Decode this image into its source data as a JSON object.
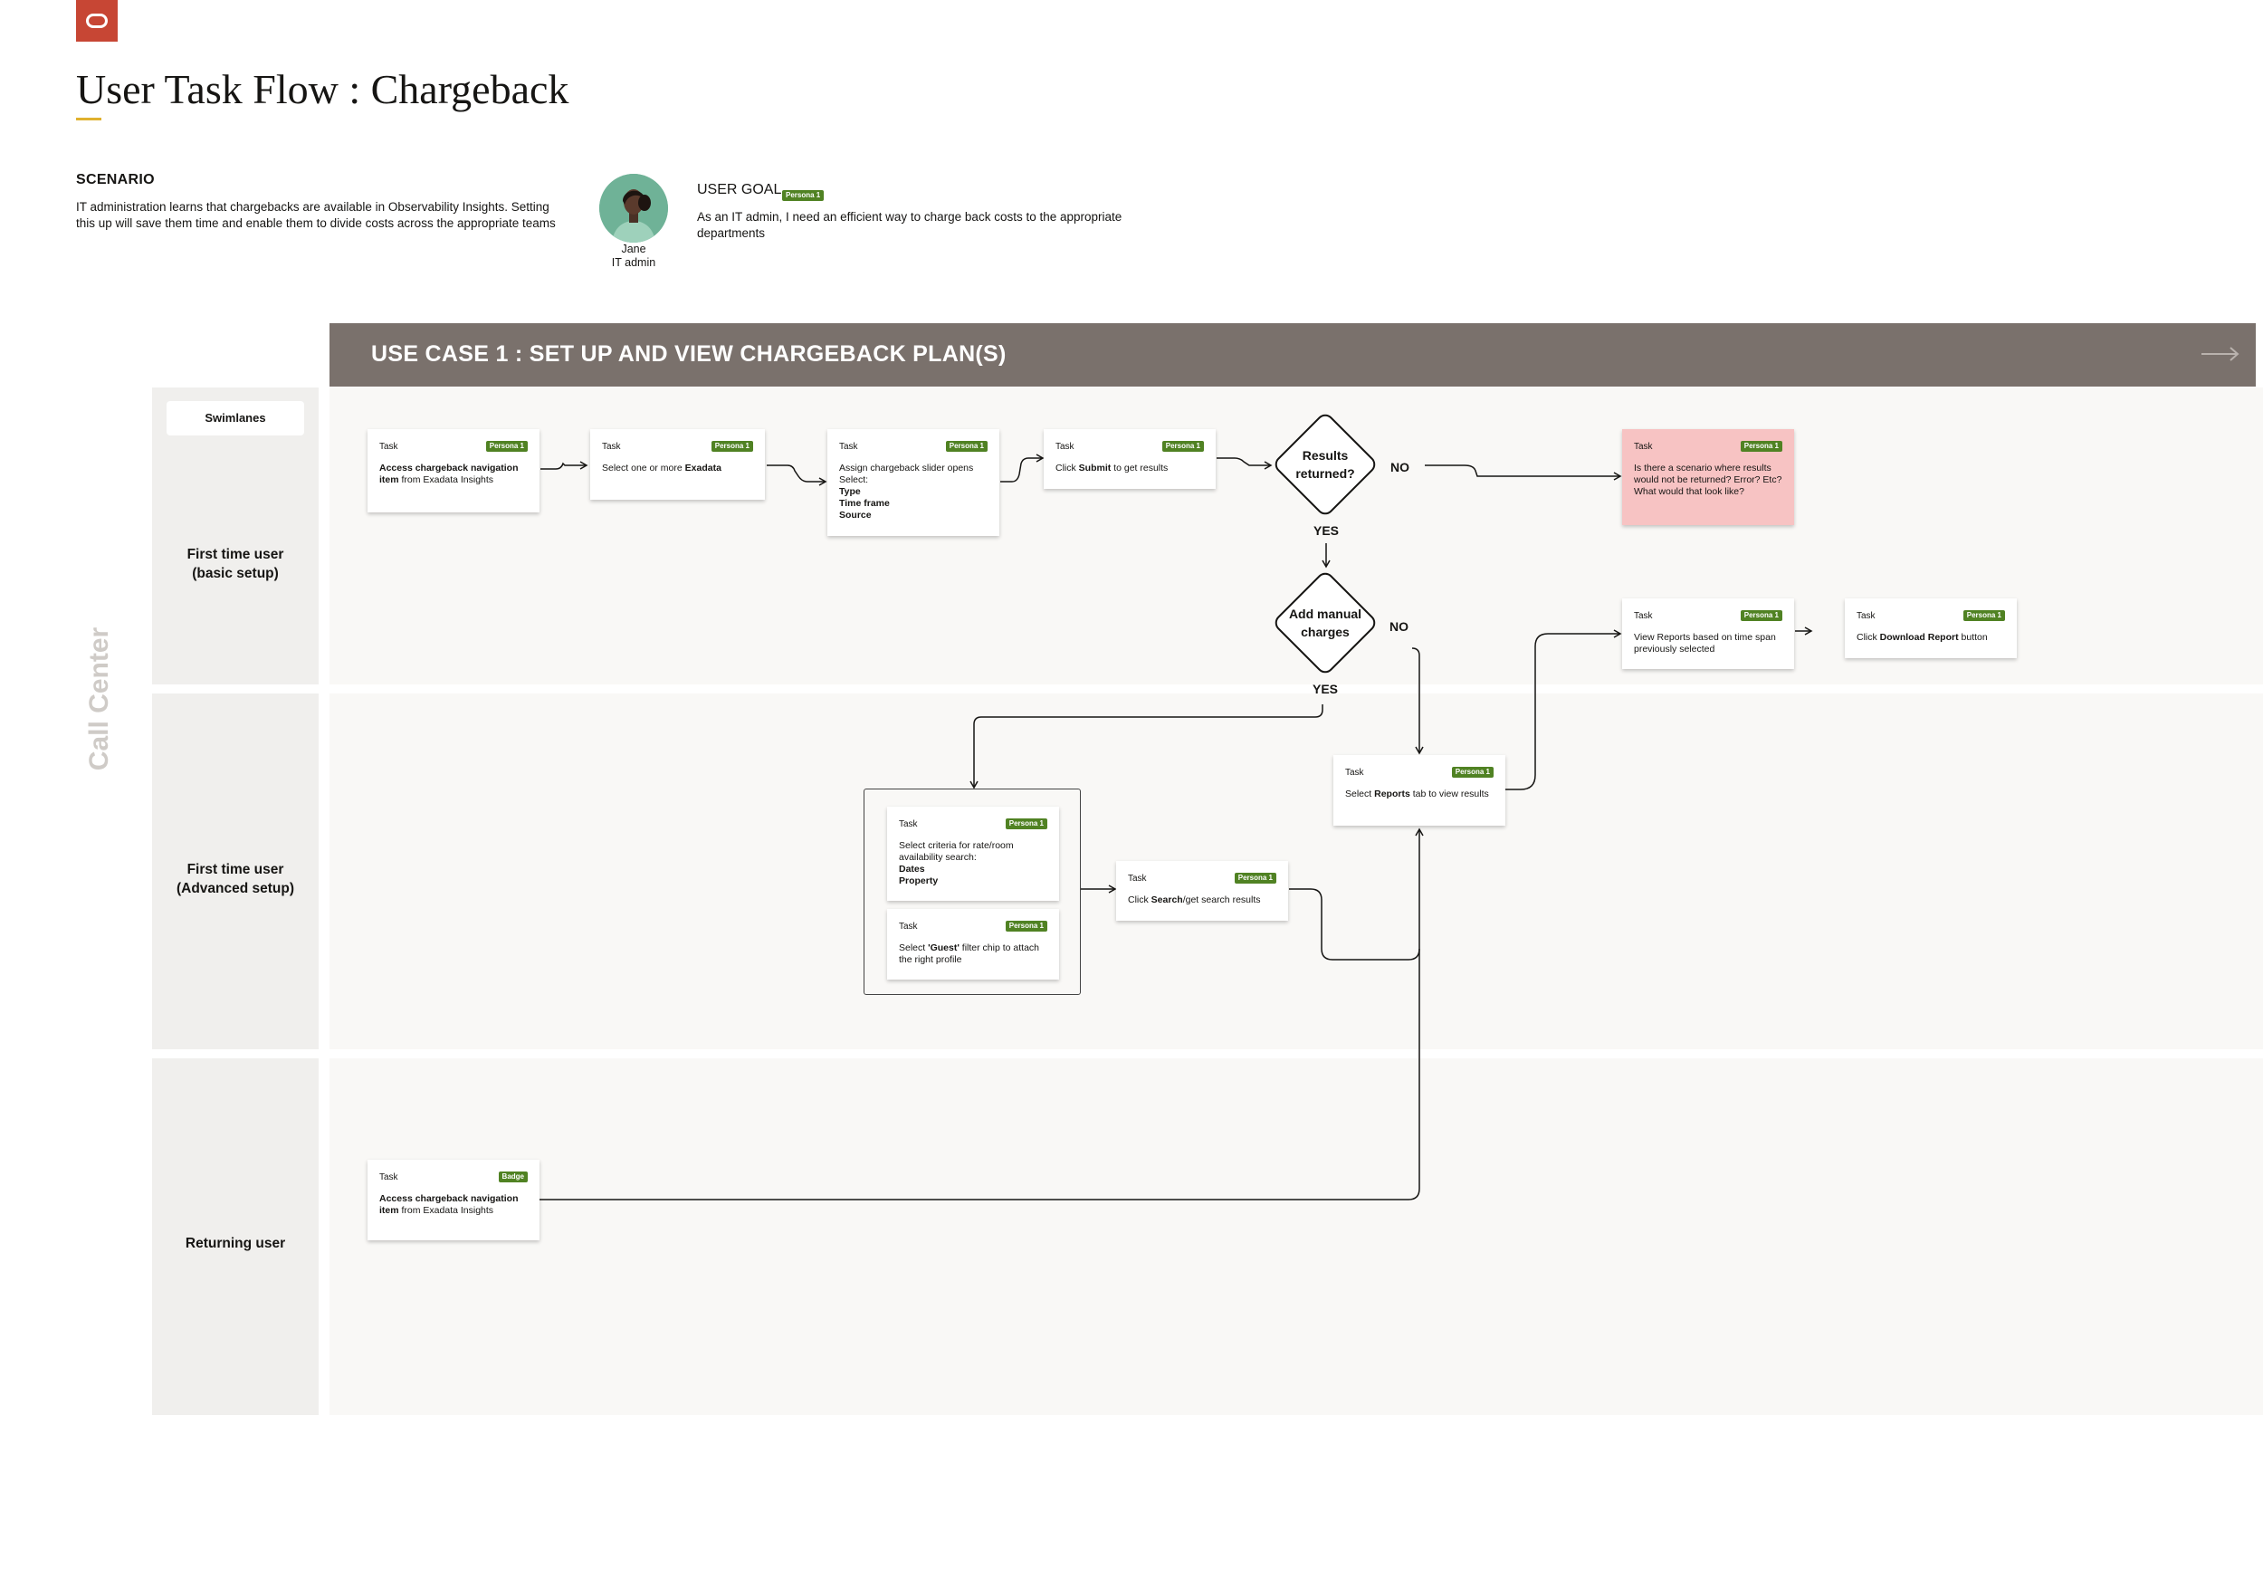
{
  "header": {
    "title": "User Task Flow : Chargeback"
  },
  "scenario": {
    "heading": "SCENARIO",
    "text": "IT administration learns that chargebacks are available in Observability Insights. Setting this up will save them time and enable them to divide costs across the appropriate teams"
  },
  "persona": {
    "name": "Jane",
    "role": "IT admin"
  },
  "user_goal": {
    "heading": "USER GOAL",
    "badge": "Persona 1",
    "text": "As an IT admin, I need an efficient way to charge back costs to the appropriate departments"
  },
  "use_case": {
    "title": "USE CASE 1 : SET UP AND VIEW CHARGEBACK PLAN(S)"
  },
  "swimlanes": {
    "button": "Swimlanes",
    "vertical_label": "Call Center",
    "lanes": [
      {
        "line1": "First time user",
        "line2": "(basic setup)"
      },
      {
        "line1": "First time user",
        "line2": "(Advanced setup)"
      },
      {
        "line1": "Returning user",
        "line2": ""
      }
    ]
  },
  "tasks": {
    "t1": {
      "label": "Task",
      "badge": "Persona 1",
      "bold": "Access chargeback navigation item",
      "text": " from  Exadata Insights"
    },
    "t2": {
      "label": "Task",
      "badge": "Persona 1",
      "pre": "Select one or more ",
      "bold": "Exadata"
    },
    "t3": {
      "label": "Task",
      "badge": "Persona 1",
      "line1": "Assign chargeback slider opens",
      "line2": "Select:",
      "b1": "Type",
      "b2": "Time frame",
      "b3": "Source"
    },
    "t4": {
      "label": "Task",
      "badge": "Persona 1",
      "pre": "Click ",
      "bold": "Submit",
      "post": " to get results"
    },
    "t5": {
      "label": "Task",
      "badge": "Persona 1",
      "text": "Is there a scenario where results would not be returned? Error? Etc? What would that look like?"
    },
    "t6": {
      "label": "Task",
      "badge": "Persona 1",
      "text": "View Reports based on time span previously selected"
    },
    "t7": {
      "label": "Task",
      "badge": "Persona 1",
      "pre": "Click ",
      "bold": "Download Report",
      "post": " button"
    },
    "t8": {
      "label": "Task",
      "badge": "Persona 1",
      "pre": "Select ",
      "bold": "Reports",
      "post": " tab to view results"
    },
    "t9": {
      "label": "Task",
      "badge": "Persona 1",
      "line1": "Select criteria for rate/room availability search:",
      "b1": "Dates",
      "b2": "Property"
    },
    "t10": {
      "label": "Task",
      "badge": "Persona 1",
      "pre": "Select ",
      "bold": "'Guest'",
      "post": " filter chip to attach the right profile"
    },
    "t11": {
      "label": "Task",
      "badge": "Persona 1",
      "pre": "Click ",
      "bold": "Search",
      "post": "/get search results"
    },
    "t12": {
      "label": "Task",
      "badge": "Badge",
      "bold": "Access chargeback navigation item",
      "text": " from  Exadata Insights"
    }
  },
  "decisions": {
    "d1": {
      "line1": "Results",
      "line2": "returned?",
      "no": "NO",
      "yes": "YES"
    },
    "d2": {
      "line1": "Add manual",
      "line2": "charges",
      "no": "NO",
      "yes": "YES"
    }
  },
  "colors": {
    "brand_red": "#c74634",
    "use_case_bar": "#7a716c",
    "badge_green": "#508223",
    "error_card": "#f7c3c3",
    "accent_underline": "#e0b12e"
  },
  "icons": {
    "logo": "oracle-logo-icon",
    "arrow": "arrow-right-icon",
    "avatar": "person-avatar"
  }
}
